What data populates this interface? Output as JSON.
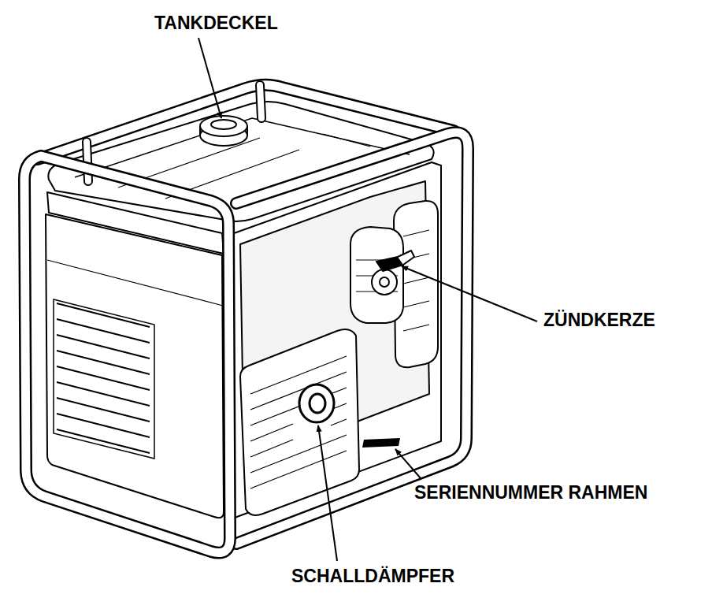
{
  "diagram": {
    "labels": [
      "TANKDECKEL",
      "ZÜNDKERZE",
      "SERIENNUMMER RAHMEN",
      "SCHALLDÄMPFER"
    ]
  }
}
